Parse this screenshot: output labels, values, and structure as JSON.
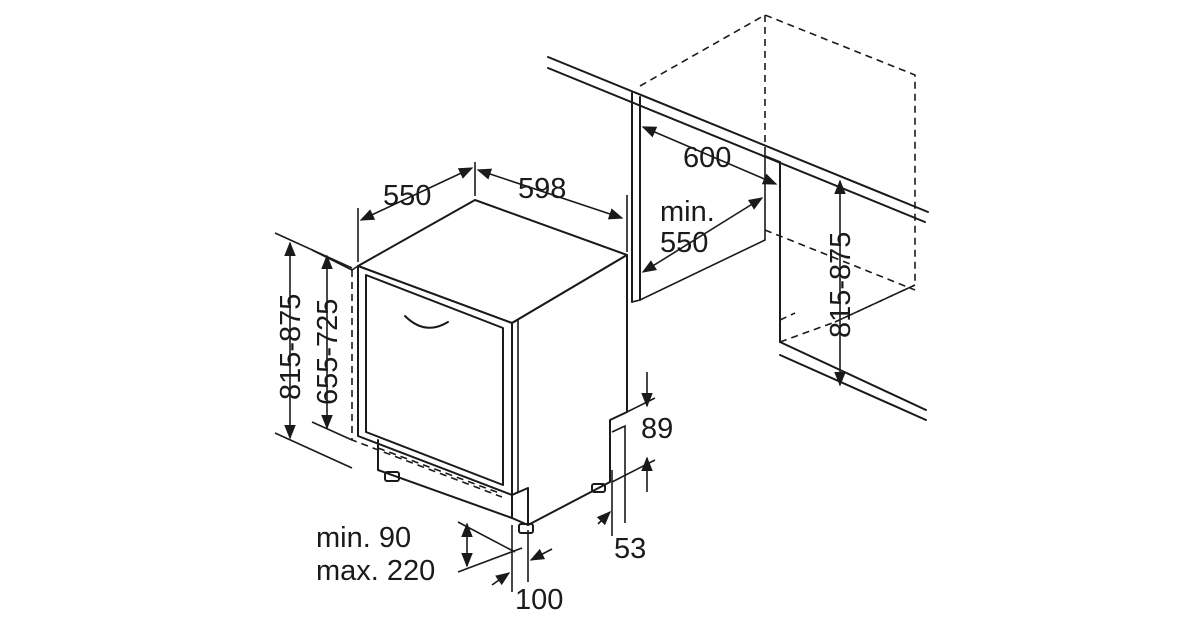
{
  "dimensions": {
    "width_598": "598",
    "depth_550": "550",
    "height_total": "815-875",
    "height_door": "655-725",
    "niche_width": "600",
    "niche_depth_min": "min.",
    "niche_depth_val": "550",
    "niche_height": "815-875",
    "plinth_89": "89",
    "plinth_53": "53",
    "foot_min": "min. 90",
    "foot_max": "max. 220",
    "foot_100": "100"
  }
}
